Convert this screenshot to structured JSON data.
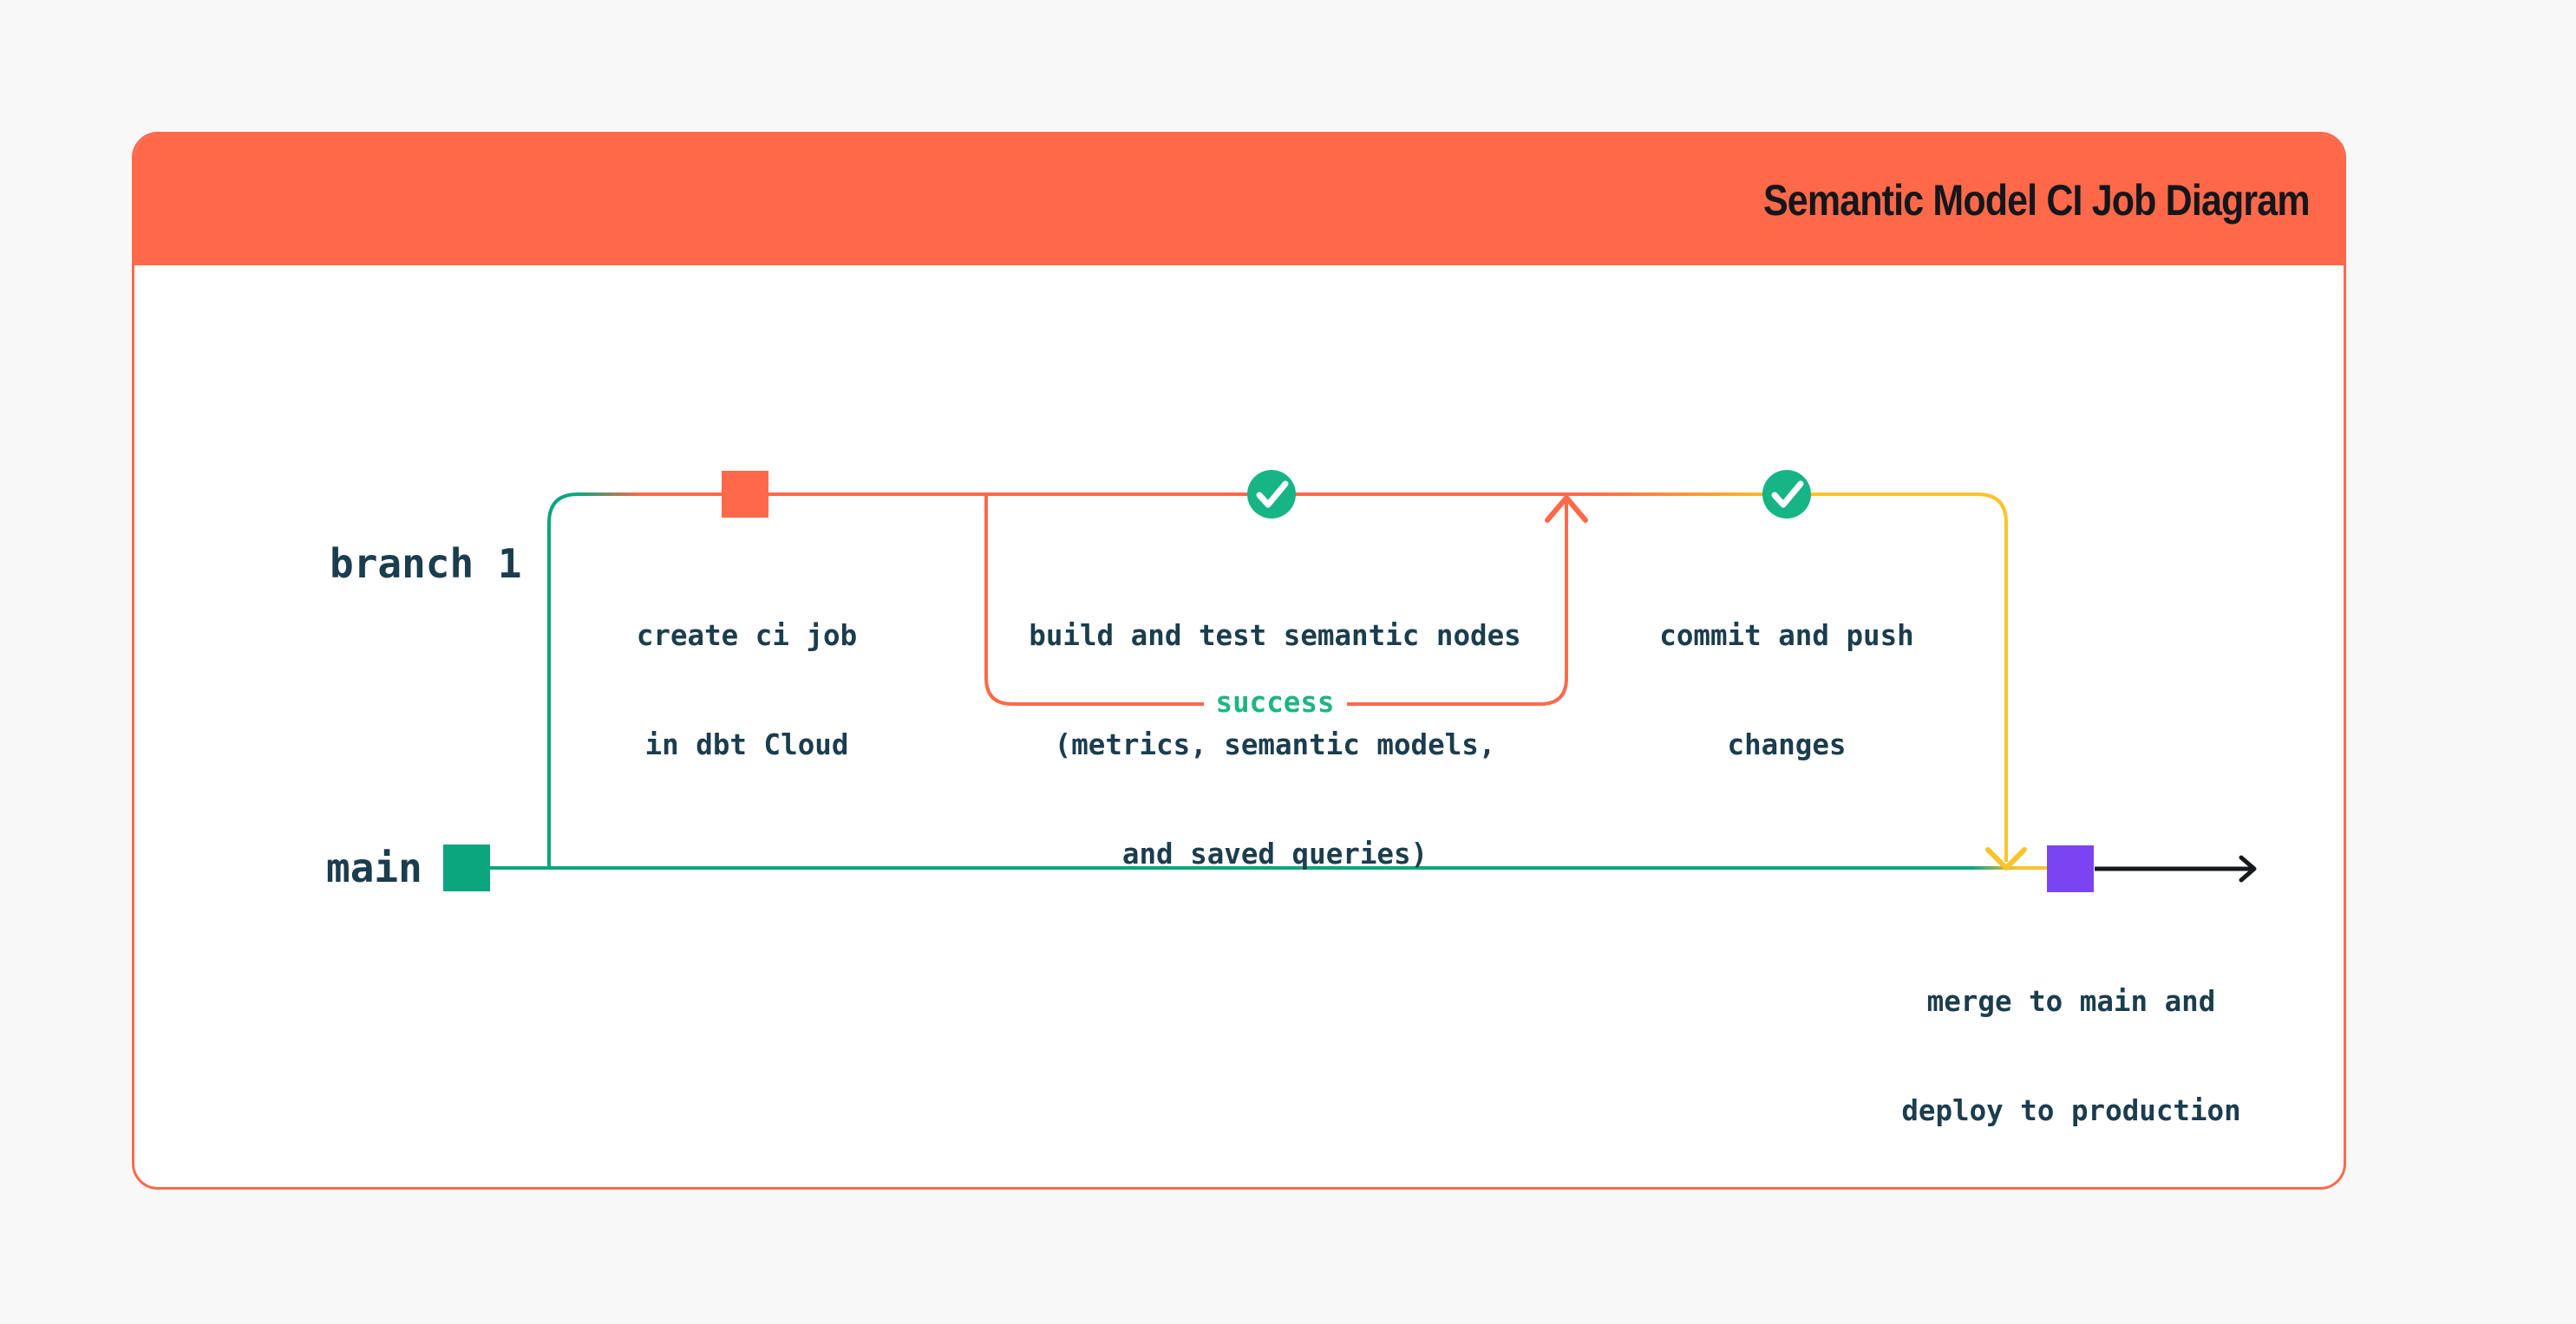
{
  "header": {
    "title": "Semantic Model CI Job Diagram",
    "logo_icon": "dbt-logo"
  },
  "diagram": {
    "branch_label": "branch 1",
    "main_label": "main",
    "success_label": "success",
    "steps": {
      "create": {
        "line1": "create ci job",
        "line2": "in dbt Cloud"
      },
      "build": {
        "line1": "build and test semantic nodes",
        "line2": "(metrics, semantic models,",
        "line3": "and saved queries)"
      },
      "commit": {
        "line1": "commit and push",
        "line2": "changes"
      },
      "merge": {
        "line1": "merge to main and",
        "line2": "deploy to production"
      }
    },
    "icons": {
      "check": "check-circle",
      "commit_node": "commit-square"
    }
  },
  "colors": {
    "orange": "#FF694A",
    "teal": "#0CA67E",
    "yellow": "#F9C42B",
    "purple": "#7A45F0",
    "check_green": "#17B486",
    "success_green": "#1FB485",
    "text_dark": "#1B3D4E",
    "title_dark": "#14161B",
    "arrow_black": "#15181C",
    "card_bg": "#FFFFFF",
    "page_bg": "#F8F8F8"
  }
}
